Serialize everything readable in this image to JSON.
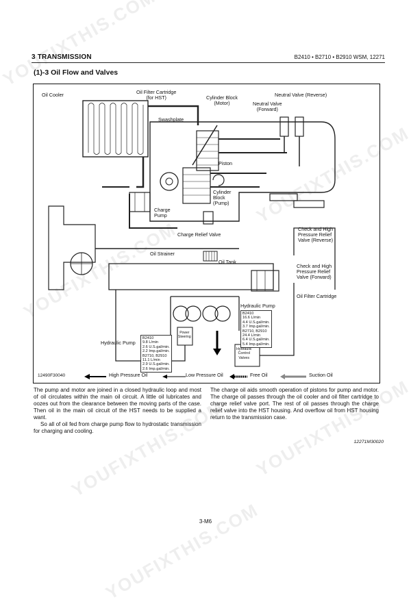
{
  "header": {
    "section": "3 TRANSMISSION",
    "models": "B2410 • B2710 • B2910 WSM, 12271"
  },
  "section_title": "(1)-3 Oil Flow and Valves",
  "figure": {
    "id": "12490F30040",
    "labels": {
      "oil_cooler": "Oil Cooler",
      "oil_filter_hst_1": "Oil Filter Cartridge",
      "oil_filter_hst_2": "(for HST)",
      "cylinder_block_motor_1": "Cylinder Block",
      "cylinder_block_motor_2": "(Motor)",
      "neutral_valve_reverse": "Neutral Valve (Reverse)",
      "neutral_valve_forward_1": "Neutral Valve",
      "neutral_valve_forward_2": "(Forward)",
      "swashplate": "Swashplate",
      "piston": "Piston",
      "cyl_block_pump_1": "Cylinder",
      "cyl_block_pump_2": "Block",
      "cyl_block_pump_3": "(Pump)",
      "charge_pump_1": "Charge",
      "charge_pump_2": "Pump",
      "charge_relief_valve": "Charge Relief Valve",
      "check_rev_1": "Check and High",
      "check_rev_2": "Pressure Relief",
      "check_rev_3": "Valve (Reverse)",
      "oil_strainer": "Oil Strainer",
      "oil_tank": "Oil Tank",
      "check_fwd_1": "Check and High",
      "check_fwd_2": "Pressure Relief",
      "check_fwd_3": "Valve (Forward)",
      "oil_filter_cartridge": "Oil Filter Cartridge",
      "hydraulic_pump_right": "Hydraulic Pump",
      "hydraulic_pump_left": "Hydraulic Pump",
      "power_steering_1": "Power",
      "power_steering_2": "Steering",
      "hyd_control_1": "Hydraulic",
      "hyd_control_2": "Control",
      "hyd_control_3": "Valves"
    },
    "spec_right": [
      "B2410",
      "16.6 L/min",
      "4.4 U.S.gal/min.",
      "3.7 Imp.gal/min.",
      "B2710, B2910",
      "24.4 L/min",
      "6.4 U.S.gal/min.",
      "5.4 Imp.gal/min."
    ],
    "spec_left": [
      "B2410",
      "9.8 L/min",
      "2.6 U.S.gal/min.",
      "2.2 Imp.gal/min.",
      "B2710, B2910",
      "11.1 L/min",
      "2.9 U.S.gal/min.",
      "2.6 Imp.gal/min."
    ],
    "legend": {
      "high": "High Pressure Oil",
      "low": "Low Pressure Oil",
      "free": "Free Oil",
      "suction": "Suction Oil"
    }
  },
  "body": {
    "left_p1": "The pump and motor are joined in a closed hydraulic loop and most of oil circulates within the main oil circuit. A little oil lubricates and oozes out from the clearance between the moving parts of the case. Then oil in the main oil circuit of the HST needs to be supplied a want.",
    "left_p2": "So all of oil fed from charge pump flow to hydrostatic transmission for charging and cooling.",
    "right_p1": "The charge oil aids smooth operation of pistons for pump and motor. The charge oil passes through the oil cooler and oil filter cartridge to charge relief valve port. The rest of oil passes through the charge relief valve into the HST housing. And overflow oil from HST housing return to the transmission case."
  },
  "reference": "12271M30020",
  "page_number": "3-M6",
  "watermark": "YOUFIXTHIS.COM"
}
